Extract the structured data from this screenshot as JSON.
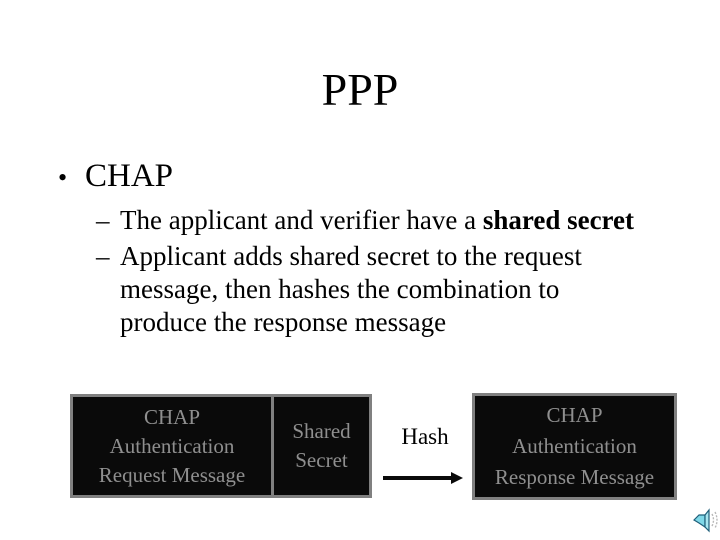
{
  "slide": {
    "title": "PPP",
    "bullets": {
      "level1": {
        "marker": "•",
        "text": "CHAP"
      },
      "sub1": {
        "marker": "–",
        "text_normal": "The applicant and verifier have a ",
        "text_bold": "shared secret"
      },
      "sub2": {
        "marker": "–",
        "lines": [
          "Applicant adds shared secret to the request",
          "message, then hashes the combination to",
          "produce the response message"
        ]
      }
    },
    "diagram": {
      "request_box_lines": [
        "CHAP",
        "Authentication",
        "Request Message"
      ],
      "shared_box_lines": [
        "Shared",
        "Secret"
      ],
      "hash_label": "Hash",
      "response_box_lines": [
        "CHAP",
        "Authentication",
        "Response Message"
      ]
    },
    "icons": {
      "speaker": "speaker-icon"
    },
    "colors": {
      "background": "#ffffff",
      "text": "#000000",
      "box_background": "#0a0a0a",
      "box_border": "#808080",
      "box_text": "#8f8f8f",
      "speaker_fill": "#7fd8e8",
      "speaker_outline": "#1f5f7a",
      "speaker_waves": "#b8b8b8"
    }
  }
}
